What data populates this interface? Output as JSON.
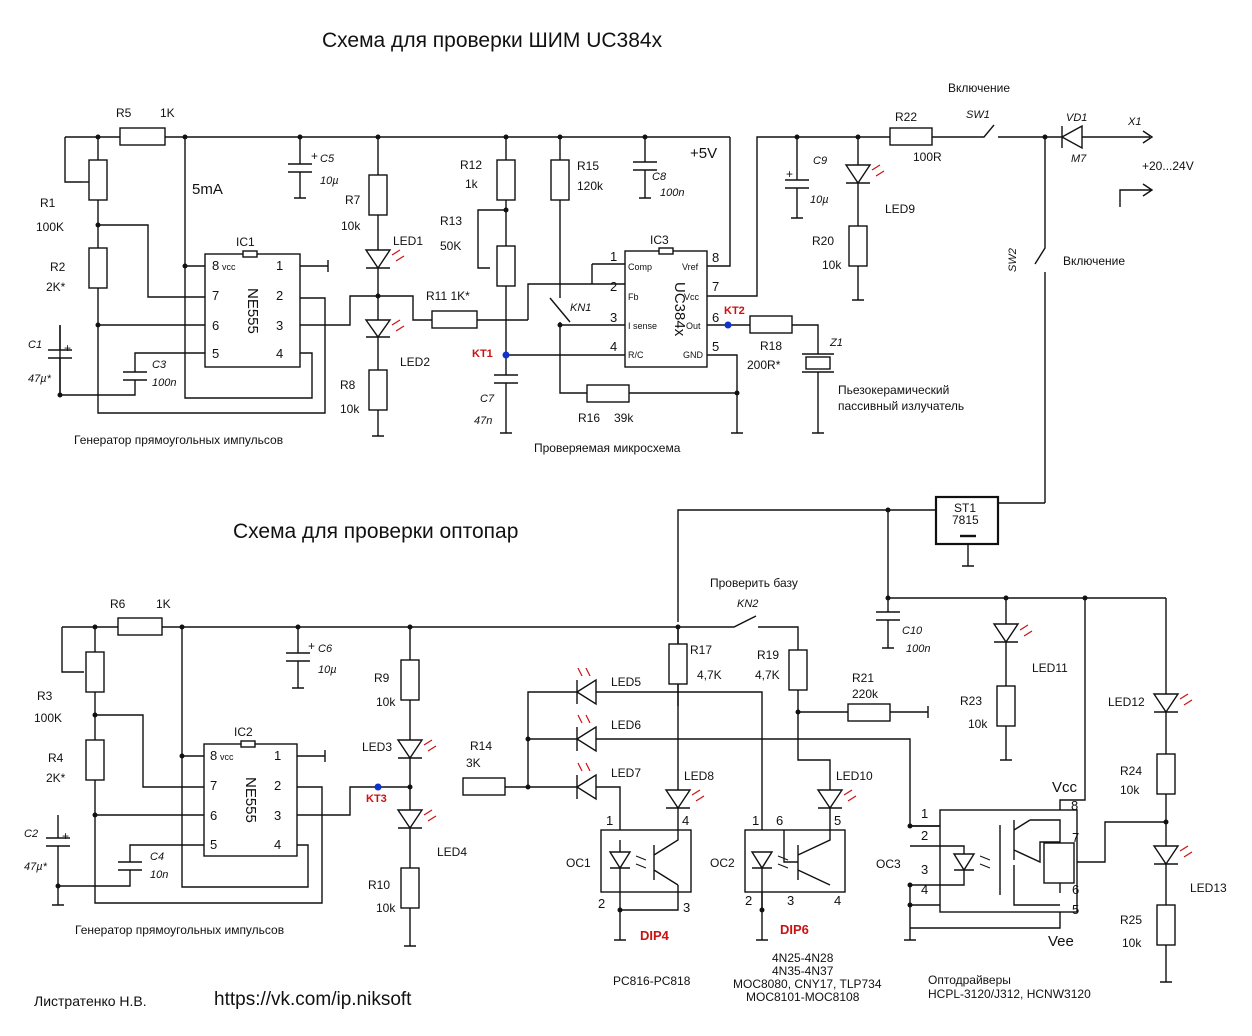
{
  "titles": {
    "pwm": "Схема для проверки ШИМ UC384x",
    "opto": "Схема для проверки оптопар"
  },
  "notes": {
    "gen1": "Генератор прямоугольных импульсов",
    "gen2": "Генератор прямоугольных импульсов",
    "dut": "Проверяемая микросхема",
    "buzzer1": "Пьезокерамический",
    "buzzer2": "пассивный излучатель",
    "current": "5mA",
    "plus5v": "+5V",
    "supply": "+20...24V",
    "on1": "Включение",
    "on2": "Включение",
    "check_base": "Проверить базу",
    "opto_list1": "PC816-PC818",
    "opto_list2a": "4N25-4N28",
    "opto_list2b": "4N35-4N37",
    "opto_list2c": "MOC8080, CNY17, TLP734",
    "opto_list2d": "MOC8101-MOC8108",
    "drv_title": "Оптодрайверы",
    "drv_list": "HCPL-3120/J312, HCNW3120",
    "author": "Листратенко Н.В.",
    "url": "https://vk.com/ip.niksoft"
  },
  "components": {
    "R1": {
      "ref": "R1",
      "value": "100K"
    },
    "R2": {
      "ref": "R2",
      "value": "2K*"
    },
    "R3": {
      "ref": "R3",
      "value": "100K"
    },
    "R4": {
      "ref": "R4",
      "value": "2K*"
    },
    "R5": {
      "ref": "R5",
      "value": "1K"
    },
    "R6": {
      "ref": "R6",
      "value": "1K"
    },
    "R7": {
      "ref": "R7",
      "value": "10k"
    },
    "R8": {
      "ref": "R8",
      "value": "10k"
    },
    "R9": {
      "ref": "R9",
      "value": "10k"
    },
    "R10": {
      "ref": "R10",
      "value": "10k"
    },
    "R11": {
      "ref": "R11 1K*"
    },
    "R12": {
      "ref": "R12",
      "value": "1k"
    },
    "R13": {
      "ref": "R13",
      "value": "50K"
    },
    "R14": {
      "ref": "R14",
      "value": "3K"
    },
    "R15": {
      "ref": "R15",
      "value": "120k"
    },
    "R16": {
      "ref": "R16",
      "value": "39k"
    },
    "R17": {
      "ref": "R17",
      "value": "4,7K"
    },
    "R18": {
      "ref": "R18",
      "value": "200R*"
    },
    "R19": {
      "ref": "R19",
      "value": "4,7K"
    },
    "R20": {
      "ref": "R20",
      "value": "10k"
    },
    "R21": {
      "ref": "R21",
      "value": "220k"
    },
    "R22": {
      "ref": "R22",
      "value": "100R"
    },
    "R23": {
      "ref": "R23",
      "value": "10k"
    },
    "R24": {
      "ref": "R24",
      "value": "10k"
    },
    "R25": {
      "ref": "R25",
      "value": "10k"
    },
    "C1": {
      "ref": "C1",
      "value": "47µ*"
    },
    "C2": {
      "ref": "C2",
      "value": "47µ*"
    },
    "C3": {
      "ref": "C3",
      "value": "100n"
    },
    "C4": {
      "ref": "C4",
      "value": "10n"
    },
    "C5": {
      "ref": "C5",
      "value": "10µ"
    },
    "C6": {
      "ref": "C6",
      "value": "10µ"
    },
    "C7": {
      "ref": "C7",
      "value": "47n"
    },
    "C8": {
      "ref": "C8",
      "value": "100n"
    },
    "C9": {
      "ref": "C9",
      "value": "10µ"
    },
    "C10": {
      "ref": "C10",
      "value": "100n"
    },
    "IC1": {
      "ref": "IC1",
      "type": "NE555"
    },
    "IC2": {
      "ref": "IC2",
      "type": "NE555"
    },
    "IC3": {
      "ref": "IC3",
      "type": "UC384x"
    },
    "ST1": {
      "ref": "ST1",
      "type": "7815"
    },
    "VD1": {
      "ref": "VD1",
      "type": "M7"
    },
    "X1": {
      "ref": "X1"
    },
    "SW1": {
      "ref": "SW1"
    },
    "SW2": {
      "ref": "SW2"
    },
    "KN1": {
      "ref": "KN1"
    },
    "KN2": {
      "ref": "KN2"
    },
    "Z1": {
      "ref": "Z1"
    },
    "OC1": {
      "ref": "OC1",
      "socket": "DIP4"
    },
    "OC2": {
      "ref": "OC2",
      "socket": "DIP6"
    },
    "OC3": {
      "ref": "OC3",
      "vcc": "Vcc",
      "vee": "Vee"
    },
    "LED1": {
      "ref": "LED1"
    },
    "LED2": {
      "ref": "LED2"
    },
    "LED3": {
      "ref": "LED3"
    },
    "LED4": {
      "ref": "LED4"
    },
    "LED5": {
      "ref": "LED5"
    },
    "LED6": {
      "ref": "LED6"
    },
    "LED7": {
      "ref": "LED7"
    },
    "LED8": {
      "ref": "LED8"
    },
    "LED9": {
      "ref": "LED9"
    },
    "LED10": {
      "ref": "LED10"
    },
    "LED11": {
      "ref": "LED11"
    },
    "LED12": {
      "ref": "LED12"
    },
    "LED13": {
      "ref": "LED13"
    }
  },
  "pins555": {
    "vcc": "vcc",
    "p1": "1",
    "p2": "2",
    "p3": "3",
    "p4": "4",
    "p5": "5",
    "p6": "6",
    "p7": "7",
    "p8": "8"
  },
  "uc": {
    "comp": "Comp",
    "fb": "Fb",
    "isense": "I sense",
    "rc": "R/C",
    "vref": "Vref",
    "vcc": "Vcc",
    "out": "Out",
    "gnd": "GND",
    "p1": "1",
    "p2": "2",
    "p3": "3",
    "p4": "4",
    "p5": "5",
    "p6": "6",
    "p7": "7",
    "p8": "8"
  },
  "oc_pins": {
    "p1": "1",
    "p2": "2",
    "p3": "3",
    "p4": "4",
    "p5": "5",
    "p6": "6",
    "p7": "7",
    "p8": "8"
  },
  "testpoints": {
    "KT1": "KT1",
    "KT2": "KT2",
    "KT3": "KT3"
  }
}
